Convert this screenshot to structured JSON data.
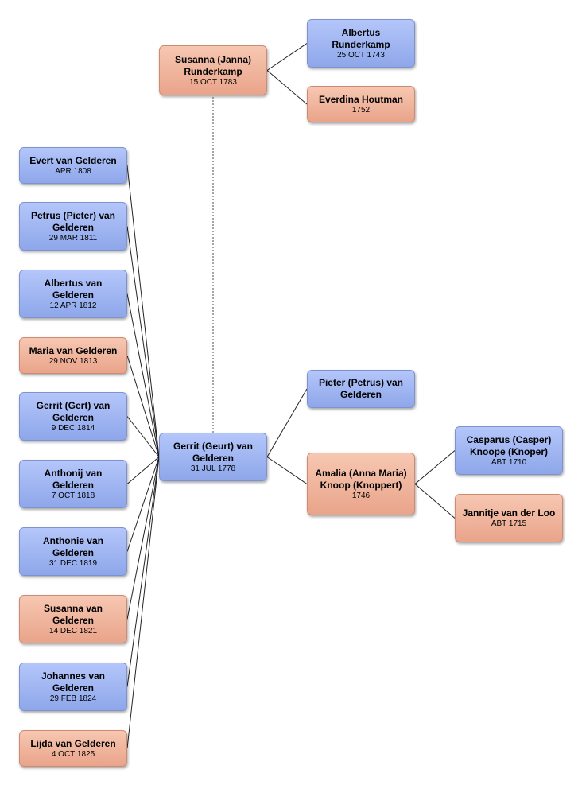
{
  "people": {
    "susanna_runderkamp": {
      "name": "Susanna (Janna) Runderkamp",
      "date": "15 OCT 1783",
      "sex": "female"
    },
    "albertus_runderkamp": {
      "name": "Albertus Runderkamp",
      "date": "25 OCT 1743",
      "sex": "male"
    },
    "everdina_houtman": {
      "name": "Everdina Houtman",
      "date": "1752",
      "sex": "female"
    },
    "evert": {
      "name": "Evert van Gelderen",
      "date": "APR 1808",
      "sex": "male"
    },
    "petrus": {
      "name": "Petrus (Pieter) van Gelderen",
      "date": "29 MAR 1811",
      "sex": "male"
    },
    "albertus": {
      "name": "Albertus van Gelderen",
      "date": "12 APR 1812",
      "sex": "male"
    },
    "maria": {
      "name": "Maria van Gelderen",
      "date": "29 NOV 1813",
      "sex": "female"
    },
    "gerrit_gert": {
      "name": "Gerrit (Gert) van Gelderen",
      "date": "9 DEC 1814",
      "sex": "male"
    },
    "anthonij": {
      "name": "Anthonij van Gelderen",
      "date": "7 OCT 1818",
      "sex": "male"
    },
    "anthonie": {
      "name": "Anthonie van Gelderen",
      "date": "31 DEC 1819",
      "sex": "male"
    },
    "susanna": {
      "name": "Susanna van Gelderen",
      "date": "14 DEC 1821",
      "sex": "female"
    },
    "johannes": {
      "name": "Johannes van Gelderen",
      "date": "29 FEB 1824",
      "sex": "male"
    },
    "lijda": {
      "name": "Lijda van Gelderen",
      "date": "4 OCT 1825",
      "sex": "female"
    },
    "gerrit_geurt": {
      "name": "Gerrit (Geurt) van Gelderen",
      "date": "31 JUL 1778",
      "sex": "male"
    },
    "pieter_petrus": {
      "name": "Pieter (Petrus) van Gelderen",
      "date": "",
      "sex": "male"
    },
    "amalia": {
      "name": "Amalia (Anna Maria) Knoop (Knoppert)",
      "date": "1746",
      "sex": "female"
    },
    "casparus": {
      "name": "Casparus (Casper) Knoope (Knoper)",
      "date": "ABT 1710",
      "sex": "male"
    },
    "jannitje": {
      "name": "Jannitje van der Loo",
      "date": "ABT 1715",
      "sex": "female"
    }
  },
  "relations": {
    "spouse": [
      [
        "gerrit_geurt",
        "susanna_runderkamp"
      ]
    ],
    "parent_child": [
      [
        "susanna_runderkamp",
        "albertus_runderkamp"
      ],
      [
        "susanna_runderkamp",
        "everdina_houtman"
      ],
      [
        "gerrit_geurt",
        "pieter_petrus"
      ],
      [
        "gerrit_geurt",
        "amalia"
      ],
      [
        "amalia",
        "casparus"
      ],
      [
        "amalia",
        "jannitje"
      ],
      [
        "gerrit_geurt",
        "evert"
      ],
      [
        "gerrit_geurt",
        "petrus"
      ],
      [
        "gerrit_geurt",
        "albertus"
      ],
      [
        "gerrit_geurt",
        "maria"
      ],
      [
        "gerrit_geurt",
        "gerrit_gert"
      ],
      [
        "gerrit_geurt",
        "anthonij"
      ],
      [
        "gerrit_geurt",
        "anthonie"
      ],
      [
        "gerrit_geurt",
        "susanna"
      ],
      [
        "gerrit_geurt",
        "johannes"
      ],
      [
        "gerrit_geurt",
        "lijda"
      ]
    ]
  }
}
